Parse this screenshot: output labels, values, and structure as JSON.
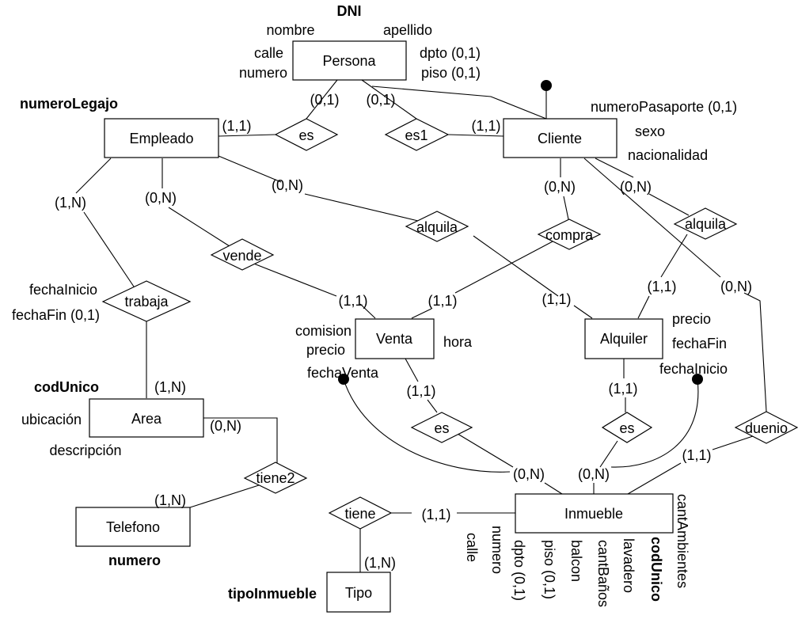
{
  "entities": {
    "persona": "Persona",
    "empleado": "Empleado",
    "cliente": "Cliente",
    "venta": "Venta",
    "alquiler": "Alquiler",
    "area": "Area",
    "telefono": "Telefono",
    "inmueble": "Inmueble",
    "tipo": "Tipo"
  },
  "relationships": {
    "es_empleado": "es",
    "es1_cliente": "es1",
    "alquila_empleado": "alquila",
    "compra": "compra",
    "alquila_cliente": "alquila",
    "vende": "vende",
    "trabaja": "trabaja",
    "es_venta": "es",
    "es_alquiler": "es",
    "duenio": "duenio",
    "tiene2": "tiene2",
    "tiene": "tiene"
  },
  "attributes": {
    "persona_dni": "DNI",
    "persona_nombre": "nombre",
    "persona_apellido": "apellido",
    "persona_calle": "calle",
    "persona_numero": "numero",
    "persona_dpto": "dpto (0,1)",
    "persona_piso": "piso (0,1)",
    "empleado_legajo": "numeroLegajo",
    "cliente_pasaporte": "numeroPasaporte (0,1)",
    "cliente_sexo": "sexo",
    "cliente_nacionalidad": "nacionalidad",
    "trabaja_inicio": "fechaInicio",
    "trabaja_fin": "fechaFin (0,1)",
    "venta_comision": "comision",
    "venta_precio": "precio",
    "venta_fecha": "fechaVenta",
    "venta_hora": "hora",
    "alquiler_precio": "precio",
    "alquiler_fin": "fechaFin",
    "alquiler_inicio": "fechaInicio",
    "area_cod": "codUnico",
    "area_ubicacion": "ubicación",
    "area_descripcion": "descripción",
    "telefono_numero": "numero",
    "tipo_nombre": "tipoInmueble",
    "inmueble_calle": "calle",
    "inmueble_numero": "numero",
    "inmueble_dpto": "dpto (0,1)",
    "inmueble_piso": "piso (0,1)",
    "inmueble_balcon": "balcon",
    "inmueble_banos": "cantBaños",
    "inmueble_lavadero": "lavadero",
    "inmueble_cod": "codUnico",
    "inmueble_ambientes": "cantAmbientes"
  },
  "cardinalities": {
    "persona_es": "(0,1)",
    "persona_es1": "(0,1)",
    "empleado_es": "(1,1)",
    "cliente_es1": "(1,1)",
    "empleado_trabaja": "(1,N)",
    "empleado_vende": "(0,N)",
    "empleado_alquila": "(0,N)",
    "cliente_compra": "(0,N)",
    "cliente_alquila": "(0,N)",
    "alquila_alquiler": "(1,1)",
    "cliente_duenio": "(0,N)",
    "vende_venta": "(1,1)",
    "compra_venta": "(1,1)",
    "alquila_empleado_alquiler": "(1,1)",
    "area_trabaja": "(1,N)",
    "area_tiene2": "(0,N)",
    "telefono_tiene2": "(1,N)",
    "venta_es": "(1,1)",
    "alquiler_es": "(1,1)",
    "inmueble_es_venta": "(0,N)",
    "inmueble_es_alquiler": "(0,N)",
    "inmueble_duenio": "(1,1)",
    "inmueble_tiene": "(1,1)",
    "tipo_tiene": "(1,N)"
  }
}
